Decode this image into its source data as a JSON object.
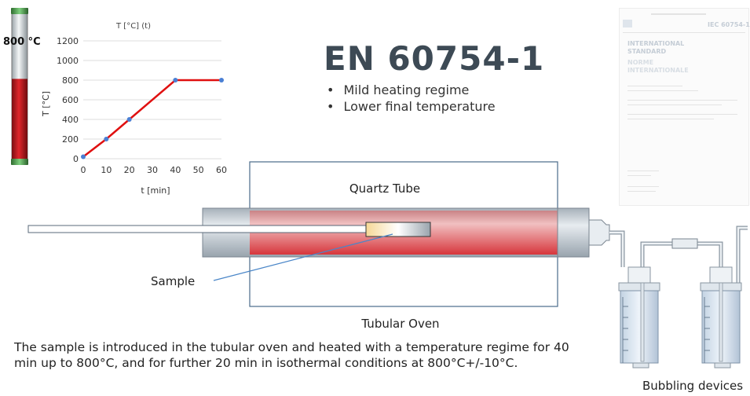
{
  "thermometer": {
    "temperature_label": "800 °C",
    "fill_fraction": 0.55
  },
  "chart_data": {
    "type": "line",
    "title": "T [°C] (t)",
    "xlabel": "t [min]",
    "ylabel": "T [°C]",
    "xlim": [
      0,
      60
    ],
    "ylim": [
      0,
      1200
    ],
    "x_ticks": [
      0,
      10,
      20,
      30,
      40,
      50,
      60
    ],
    "y_ticks": [
      0,
      200,
      400,
      600,
      800,
      1000,
      1200
    ],
    "grid": true,
    "series": [
      {
        "x": [
          0,
          10,
          20,
          40,
          60
        ],
        "y": [
          20,
          200,
          400,
          800,
          800
        ],
        "color": "#e01010",
        "marker_color": "#4a7fd4"
      }
    ]
  },
  "standard": {
    "title": "EN 60754-1",
    "bullets": [
      "Mild heating regime",
      "Lower final temperature"
    ]
  },
  "standard_document": {
    "header": "IEC 60754-1",
    "lines": [
      "INTERNATIONAL",
      "STANDARD",
      "NORME",
      "INTERNATIONALE"
    ]
  },
  "apparatus": {
    "quartz_tube_label": "Quartz Tube",
    "oven_label": "Tubular Oven",
    "sample_label": "Sample",
    "bubbling_label": "Bubbling devices"
  },
  "description": "The sample is introduced in the tubular oven and heated with a temperature regime for 40 min up to 800°C, and for further 20 min in isothermal conditions at 800°C+/-10°C.",
  "colors": {
    "heat_red": "#d9262e",
    "tube_gray": "#b9c3cc",
    "oven_border": "#4a6a8a",
    "title_gray": "#3d4a55"
  }
}
